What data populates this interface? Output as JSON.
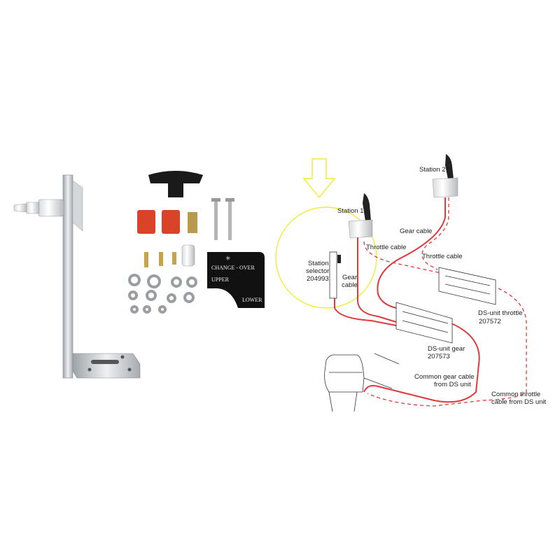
{
  "colors": {
    "cable": "#e0393b",
    "highlight": "#f2ea3a",
    "plate": "#111111",
    "bracket": "#c9ccd0",
    "nylon": "#d9432a"
  },
  "plate": {
    "logo_text": "",
    "title": "CHANGE - OVER",
    "upper": "UPPER",
    "lower": "LOWER"
  },
  "diagram": {
    "station1": "Station 1",
    "station2": "Station 2",
    "gear_cable_top": "Gear cable",
    "throttle_cable_1": "Throttle cable",
    "throttle_cable_2": "Throttle cable",
    "selector_line1": "Station",
    "selector_line2": "selector",
    "selector_part": "204993",
    "gear_cable_line1": "Gear",
    "gear_cable_line2": "cable",
    "ds_throttle": "DS-unit throttle",
    "ds_throttle_part": "207572",
    "ds_gear": "DS-unit gear",
    "ds_gear_part": "207573",
    "common_gear_1": "Common gear cable",
    "common_gear_2": "from DS unit",
    "common_throttle_1": "Common throttle",
    "common_throttle_2": "cable from DS unit"
  }
}
